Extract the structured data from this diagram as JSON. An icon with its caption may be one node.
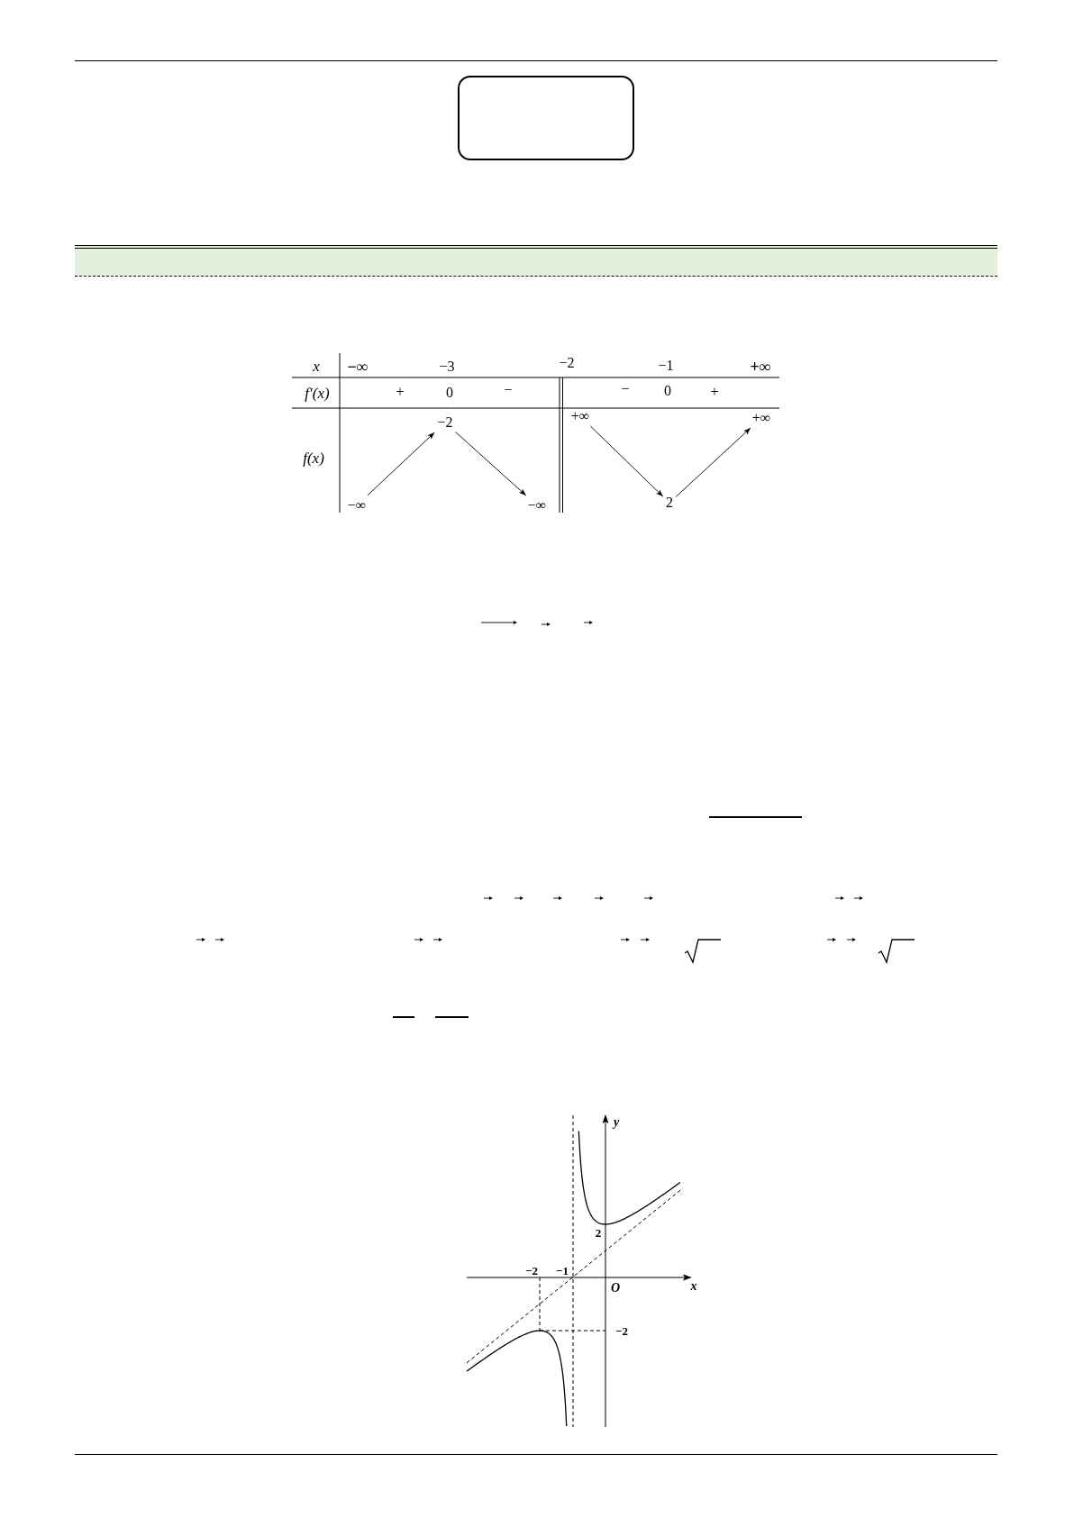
{
  "diagram": {
    "nodes": [
      {
        "text": [],
        "shape": "box"
      },
      {
        "text": [],
        "shape": "bar"
      },
      {
        "text": [
          "−∞"
        ]
      },
      {
        "text": [
          "−2"
        ]
      },
      {
        "text": [
          "−∞"
        ]
      },
      {
        "text": [
          "+∞"
        ]
      },
      {
        "text": [
          "2"
        ]
      },
      {
        "text": [
          "+∞"
        ]
      }
    ],
    "edges": [
      {
        "from": 2,
        "to": 3,
        "arrow": "to"
      },
      {
        "from": 3,
        "to": 4,
        "arrow": "to"
      },
      {
        "from": 5,
        "to": 6,
        "arrow": "to"
      },
      {
        "from": 6,
        "to": 7,
        "arrow": "to"
      }
    ],
    "labels": [
      "x",
      "−∞",
      "−3",
      "−2",
      "−1",
      "+∞",
      "f′(x)",
      "+",
      "0",
      "−",
      "−",
      "0",
      "+",
      "f(x)",
      "y",
      "2",
      "−2",
      "−1",
      "O",
      "x",
      "−2"
    ]
  }
}
